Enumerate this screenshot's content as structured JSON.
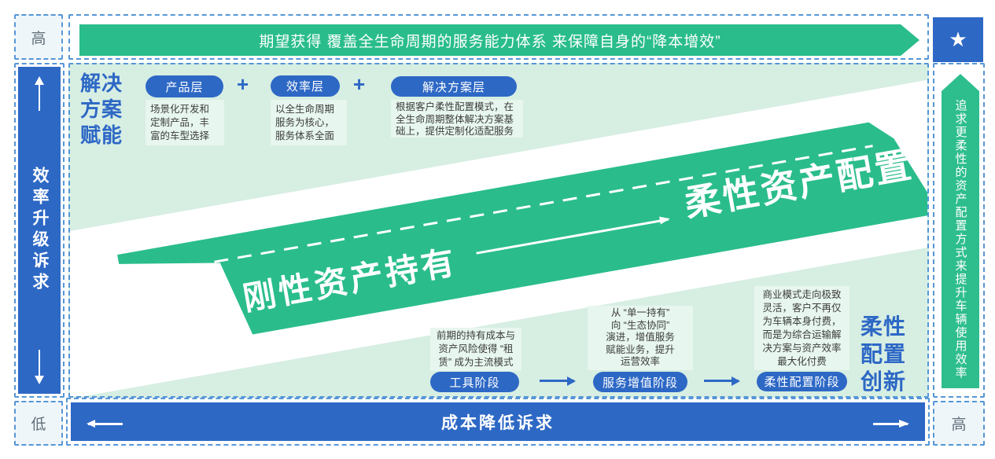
{
  "colors": {
    "blue": "#2D68C5",
    "green": "#2ABD8B",
    "panel_bg": "#D7EEE3",
    "desc_box_bg": "#E7F6EE",
    "dash_border": "#5596D6"
  },
  "corner_labels": {
    "top_left": "高",
    "bottom_left": "低",
    "bottom_right": "高",
    "star": "★"
  },
  "top_banner": {
    "text": "期望获得 覆盖全生命周期的服务能力体系 来保障自身的“降本增效”"
  },
  "left_axis": {
    "text": "效率升级诉求"
  },
  "right_axis": {
    "text": "追求更柔性的资产配置方式来提升车辆使用效率"
  },
  "bottom_axis": {
    "text": "成本降低诉求"
  },
  "solution": {
    "title": "解决\n方案\n赋能",
    "plus": "+",
    "layers": [
      {
        "pill": "产品层",
        "desc": "场景化开发和\n定制产品，丰\n富的车型选择"
      },
      {
        "pill": "效率层",
        "desc": "以全生命周期\n服务为核心，\n服务体系全面"
      },
      {
        "pill": "解决方案层",
        "desc": "根据客户柔性配置模式，在\n全生命周期整体解决方案基\n础上，提供定制化适配服务"
      }
    ]
  },
  "ribbon": {
    "rigid": "刚性资产持有",
    "flexible": "柔性资产配置"
  },
  "stages": {
    "title": "柔性\n配置\n创新",
    "items": [
      {
        "pill": "工具阶段",
        "desc": "前期的持有成本与\n资产风险使得 “租\n赁” 成为主流模式"
      },
      {
        "pill": "服务增值阶段",
        "desc": "从 “单一持有”\n向 “生态协同”\n演进，增值服务\n赋能业务，提升\n运营效率"
      },
      {
        "pill": "柔性配置阶段",
        "desc": "商业模式走向极致\n灵活，客户不再仅\n为车辆本身付费，\n而是为综合运输解\n决方案与资产效率\n最大化付费"
      }
    ]
  }
}
